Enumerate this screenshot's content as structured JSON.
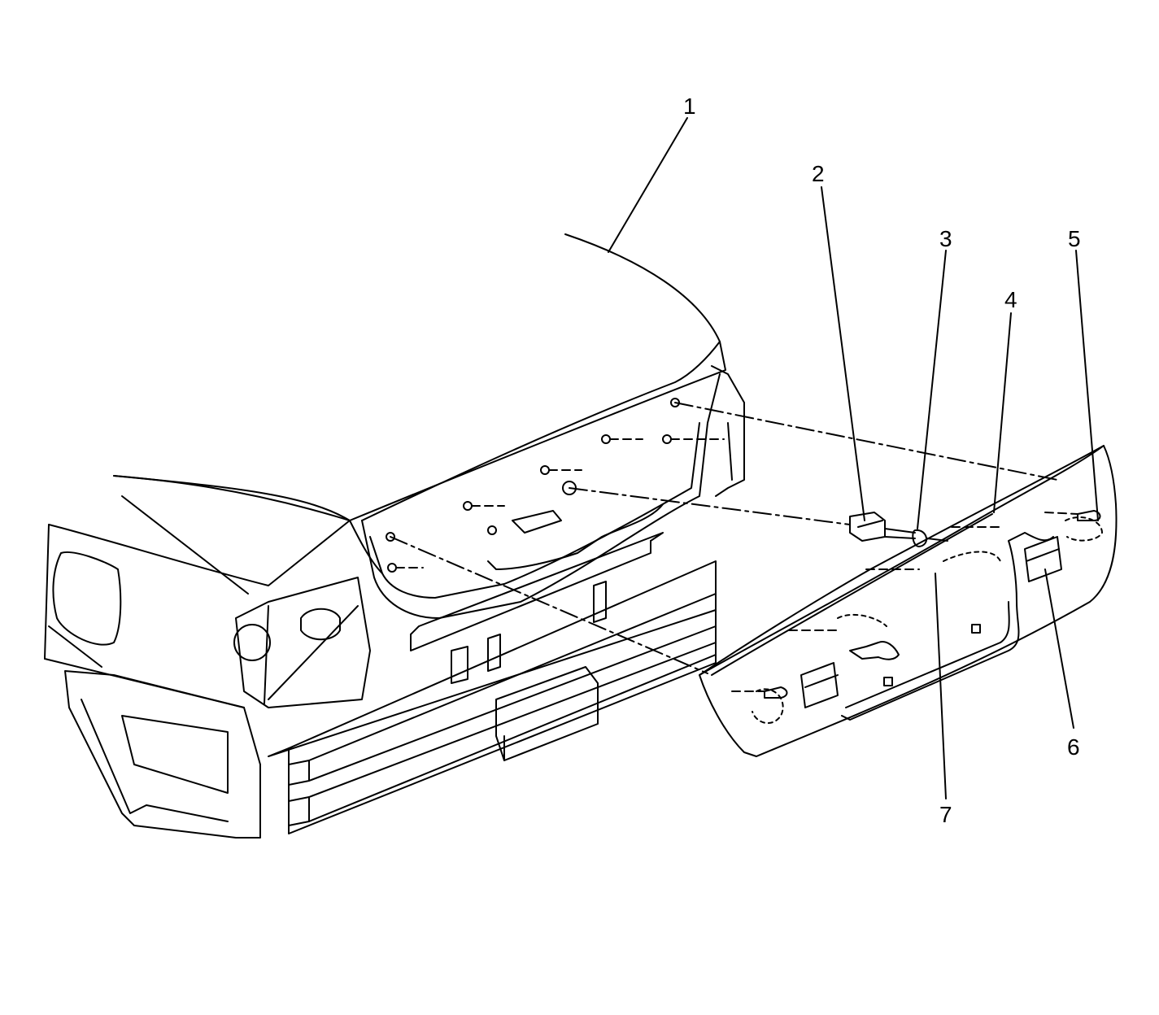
{
  "diagram": {
    "kind": "exploded-view line drawing",
    "line_color": "#000000",
    "background": "#ffffff",
    "callouts": [
      {
        "id": "c1",
        "label": "1"
      },
      {
        "id": "c2",
        "label": "2"
      },
      {
        "id": "c3",
        "label": "3"
      },
      {
        "id": "c4",
        "label": "4"
      },
      {
        "id": "c5",
        "label": "5"
      },
      {
        "id": "c6",
        "label": "6"
      },
      {
        "id": "c7",
        "label": "7"
      }
    ]
  }
}
